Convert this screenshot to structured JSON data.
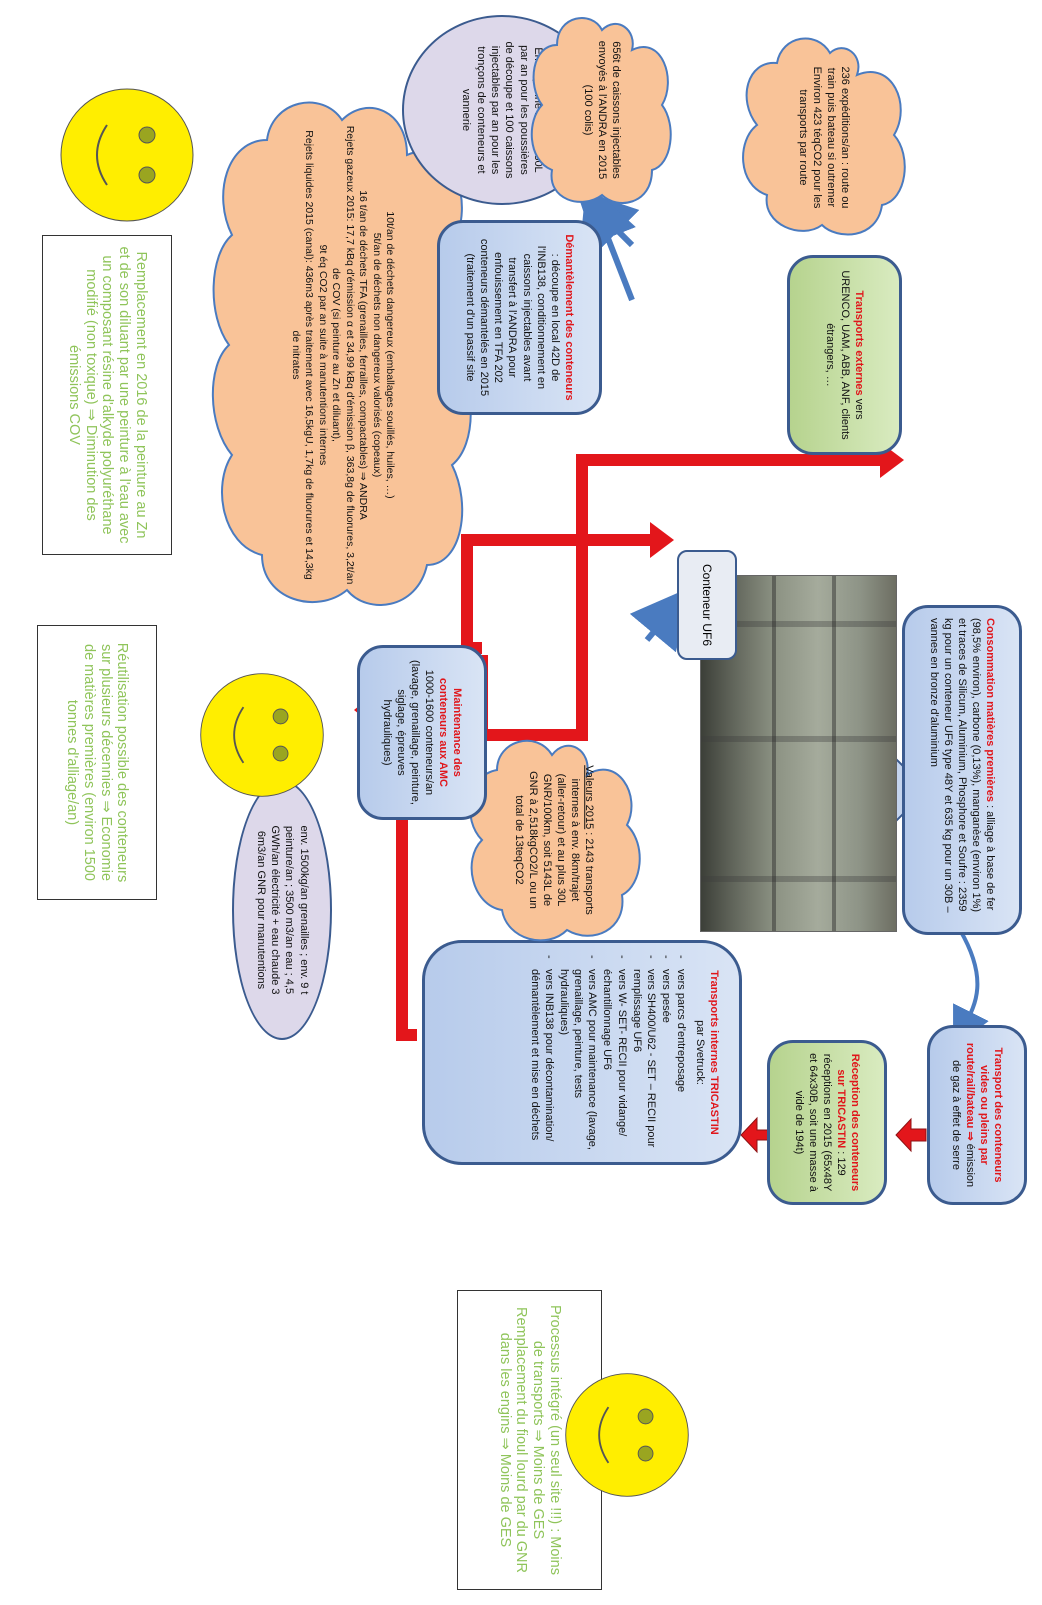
{
  "consommation": {
    "title": "Consommation matières premières",
    "text": " : alliage à base de fer (98,5% environ), carbone (0,13%), manganèse (environ 1%) et traces de Silicum, Aluminium, Phosphore et Soufre : 2359 kg pour un conteneur UF6 type 48Y et 635 kg pour un 30B – vannes en bronze d'aluminium"
  },
  "photo_label": "Conteneur UF6",
  "transport_vides": {
    "title": "Transport des conteneurs vides ou pleins par route/rail/bateau ⇒",
    "text": " émission de gaz à effet de serre"
  },
  "reception": {
    "title": "Réception des conteneurs sur TRICASTIN",
    "text": " : 129 réceptions en 2015 (65x48Y et 64x30B, soit une masse à vide de 194t)"
  },
  "transports_internes": {
    "title": "Transports internes TRICASTIN",
    "subtitle": "par Svetruck:",
    "items": [
      "vers parcs d'entreposage",
      "vers pesée",
      "vers SH400/U62 - SET – RECII pour remplissage UF6",
      "vers W- SET- RECII pour vidange/ échantillonnage UF6",
      "vers AMC pour maintenance (lavage, grenaillage, peinture, tests hydrauliques)",
      "vers INB138 pour décontamination/ démantèlement et mise en déchets"
    ]
  },
  "valeurs": {
    "title": "Valeurs 2015",
    "text": " : 2143 transports internes à env. 8km/trajet (aller-retour) et au plus 30L GNR/100km, soit 5143L de GNR à 2,518kgCO2/L ou un total de 13teqCO2"
  },
  "consommation_amc": "env. 1500kg/an grenailles ; env. 9 t peinture/an ; 3500 m3/an eau ; 4,5 GWh/an électricité + eau chaude 3 6m3/an GNR pour manutentions",
  "maintenance": {
    "title": "Maintenance des conteneurs aux AMC",
    "text": "1000-1600 conteneurs/an (lavage, grenaillage, peinture, siglage, épreuves hydrauliques)"
  },
  "dechets": {
    "lines": [
      "10t/an de déchets dangereux (emballages souillés, huiles, …)",
      "5t/an de déchets non dangereux valorisés (copeaux)",
      "16 t/an de déchets TFA (grenailles, ferrailles, compactables) ⇒ ANDRA",
      "Rejets gazeux 2015: 17,7 kBq d'émission α et 34,99 kBq d'émission β, 363,8g de fluorures, 3,2t/an de COV (si peinture au Zn et diluant),",
      "9t éq CO2 par an suite à manutentions internes",
      "Rejets liquides 2015 (canal): 436m3 après traitement avec 16,5kgU, 1,7kg de fluorures et 14,3kg de nitrates"
    ]
  },
  "demantelement": {
    "title": "Démantèlement des conteneurs",
    "text": " : découpe en local 42D de l'INB138, conditionnement en caissons injectables avant transfert à l'ANDRA pour enfouissement en TFA 202 conteneurs démantelés en 2015 (traitement d'un passif site"
  },
  "futs": "En moyenne 100 fûts 30L par an pour les poussières de découpe et 100 caissons injectables par an pour les tronçons de conteneurs et vannerie",
  "caissons": "656t de caissons injectables envoyés à l'ANDRA en 2015 (100 colis)",
  "expeditions": "236 expéditions/an : route ou train puis bateau si outremer Environ 423 téqCO2 pour les transports par route",
  "transports_externes": {
    "title": "Transports externes",
    "text": " vers URENCO, UAM, ABB, ANF, clients étrangers, …"
  },
  "notes": {
    "peinture": "Remplacement en 2016 de la peinture au Zn et de son diluant par une peinture à l'eau avec un composant résine d'alkyde polyuréthane modifié (non toxique) ⇒ Diminution des émissions COV",
    "reutilisation": "Réutilisation possible des conteneurs sur plusieurs décennies ⇒ Economie de matières premières (environ 1500 tonnes d'alliage/an)",
    "processus": "Processus intégré (un seul site !!!) : Moins de transports ⇒ Moins de GES Remplacement du fioul lourd par du GNR dans les engins ⇒ Moins de GES"
  },
  "colors": {
    "box_border": "#3b5b8f",
    "blue_fill": "#c4d4ee",
    "green_fill": "#c4de9f",
    "cloud_fill": "#f9c398",
    "arrow_red": "#e3161b",
    "arrow_blue": "#4a7bc0",
    "note_text": "#8fc45a",
    "smiley": "#ffee00"
  }
}
